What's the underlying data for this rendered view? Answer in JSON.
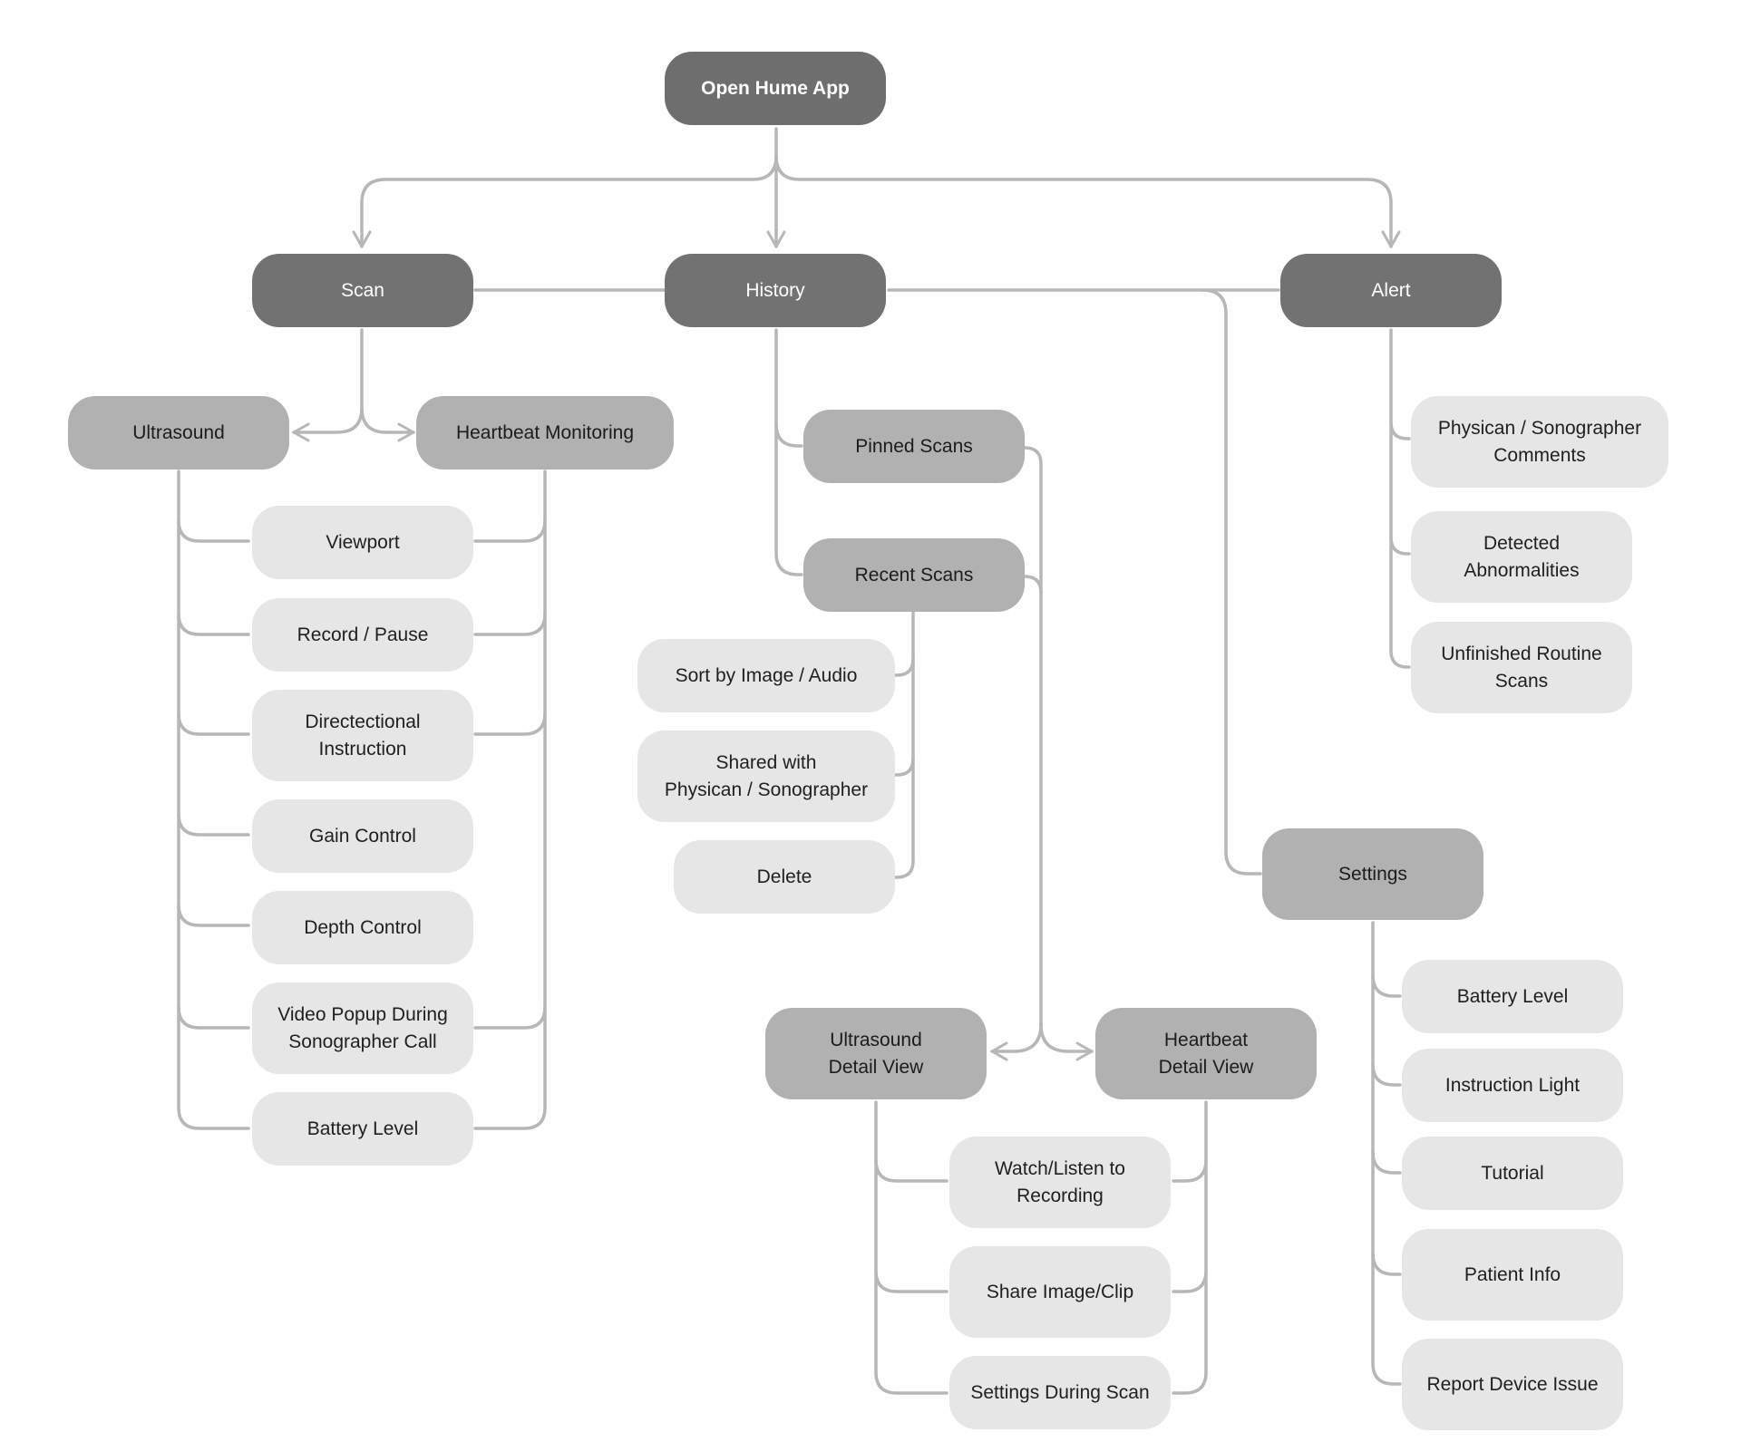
{
  "diagram": {
    "root": "Open Hume App",
    "scan": {
      "label": "Scan",
      "ultrasound": "Ultrasound",
      "heartbeat_monitoring": "Heartbeat Monitoring",
      "features": [
        "Viewport",
        "Record / Pause",
        "Directectional\nInstruction",
        "Gain Control",
        "Depth Control",
        "Video Popup During\nSonographer Call",
        "Battery Level"
      ]
    },
    "history": {
      "label": "History",
      "pinned_scans": "Pinned Scans",
      "recent_scans": "Recent Scans",
      "recent_actions": [
        "Sort by Image / Audio",
        "Shared with\nPhysican / Sonographer",
        "Delete"
      ],
      "ultrasound_detail_view": "Ultrasound\nDetail View",
      "heartbeat_detail_view": "Heartbeat\nDetail View",
      "detail_actions": [
        "Watch/Listen to\nRecording",
        "Share Image/Clip",
        "Settings During Scan"
      ]
    },
    "alert": {
      "label": "Alert",
      "items": [
        "Physican / Sonographer\nComments",
        "Detected\nAbnormalities",
        "Unfinished Routine\nScans"
      ]
    },
    "settings": {
      "label": "Settings",
      "items": [
        "Battery Level",
        "Instruction Light",
        "Tutorial",
        "Patient Info",
        "Report Device Issue"
      ]
    }
  },
  "colors": {
    "root_fill": "#6e6e6e",
    "level1_fill": "#727272",
    "level2_fill": "#b1b1b1",
    "leaf_fill": "#e6e6e6",
    "connector": "#b7b7b7"
  }
}
